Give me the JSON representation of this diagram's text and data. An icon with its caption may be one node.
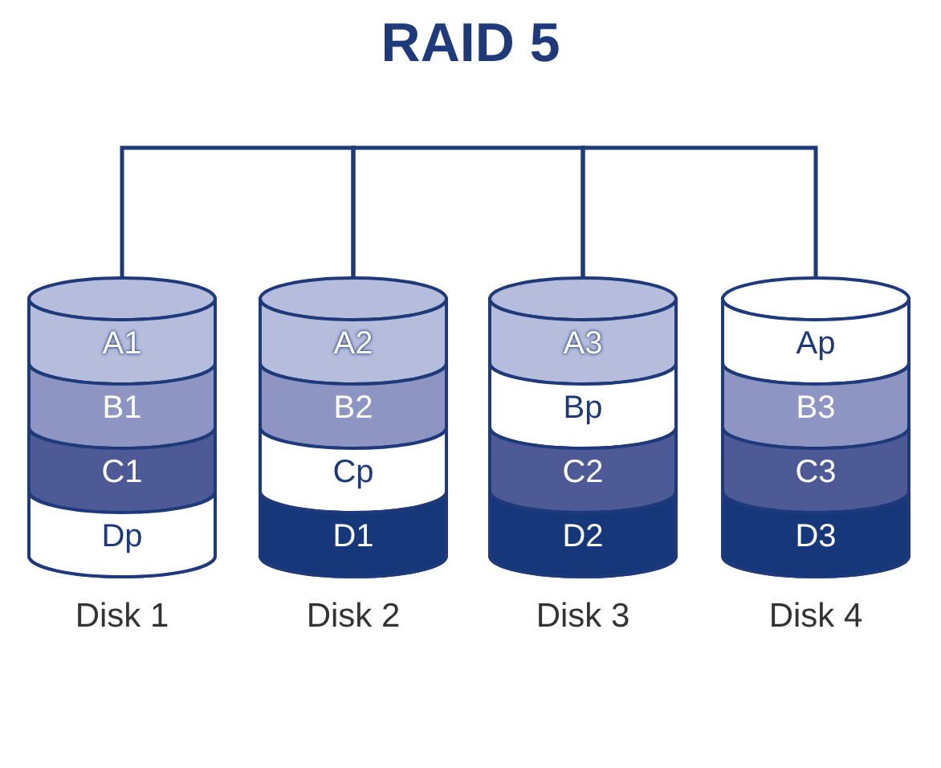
{
  "diagram": {
    "title": "RAID 5",
    "nodes": [
      {
        "text": [],
        "shape": "cylinder",
        "beside": [
          "Disk 1"
        ]
      },
      {
        "text": [
          "A1"
        ],
        "in": 0
      },
      {
        "text": [
          "B1"
        ],
        "in": 0
      },
      {
        "text": [
          "C1"
        ],
        "in": 0
      },
      {
        "text": [
          "Dp"
        ],
        "in": 0
      },
      {
        "text": [],
        "shape": "cylinder",
        "beside": [
          "Disk 2"
        ]
      },
      {
        "text": [
          "A2"
        ],
        "in": 5
      },
      {
        "text": [
          "B2"
        ],
        "in": 5
      },
      {
        "text": [
          "Cp"
        ],
        "in": 5
      },
      {
        "text": [
          "D1"
        ],
        "in": 5
      },
      {
        "text": [],
        "shape": "cylinder",
        "beside": [
          "Disk 3"
        ]
      },
      {
        "text": [
          "A3"
        ],
        "in": 10
      },
      {
        "text": [
          "Bp"
        ],
        "in": 10
      },
      {
        "text": [
          "C2"
        ],
        "in": 10
      },
      {
        "text": [
          "D2"
        ],
        "in": 10
      },
      {
        "text": [],
        "shape": "cylinder",
        "beside": [
          "Disk 4"
        ]
      },
      {
        "text": [
          "Ap"
        ],
        "in": 15
      },
      {
        "text": [
          "B3"
        ],
        "in": 15
      },
      {
        "text": [
          "C3"
        ],
        "in": 15
      },
      {
        "text": [
          "D3"
        ],
        "in": 15
      }
    ],
    "edges": [
      {
        "from": 0,
        "to": 5,
        "arrow": "none"
      },
      {
        "from": 5,
        "to": 10,
        "arrow": "none"
      },
      {
        "from": 10,
        "to": 15,
        "arrow": "none"
      }
    ]
  }
}
